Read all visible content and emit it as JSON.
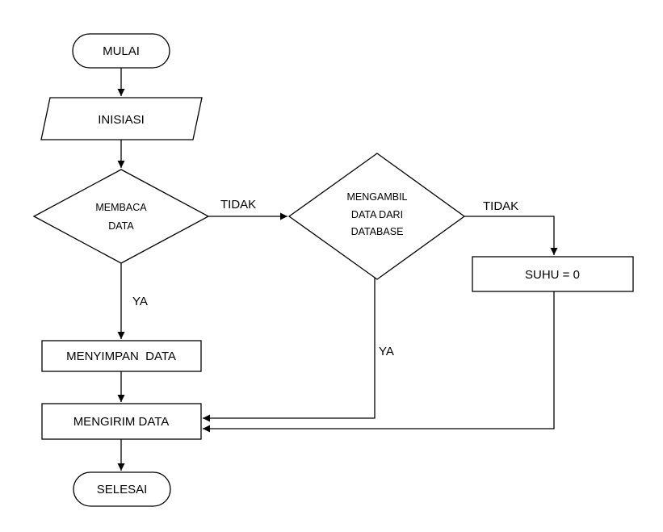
{
  "nodes": {
    "start": "MULAI",
    "init": "INISIASI",
    "read_line1": "MEMBACA",
    "read_line2": "DATA",
    "fetch_line1": "MENGAMBIL",
    "fetch_line2": "DATA DARI",
    "fetch_line3": "DATABASE",
    "temp_zero": "SUHU = 0",
    "store": "MENYIMPAN  DATA",
    "send": "MENGIRIM DATA",
    "end": "SELESAI"
  },
  "edges": {
    "read_no": "TIDAK",
    "read_yes": "YA",
    "fetch_no": "TIDAK",
    "fetch_yes": "YA"
  }
}
